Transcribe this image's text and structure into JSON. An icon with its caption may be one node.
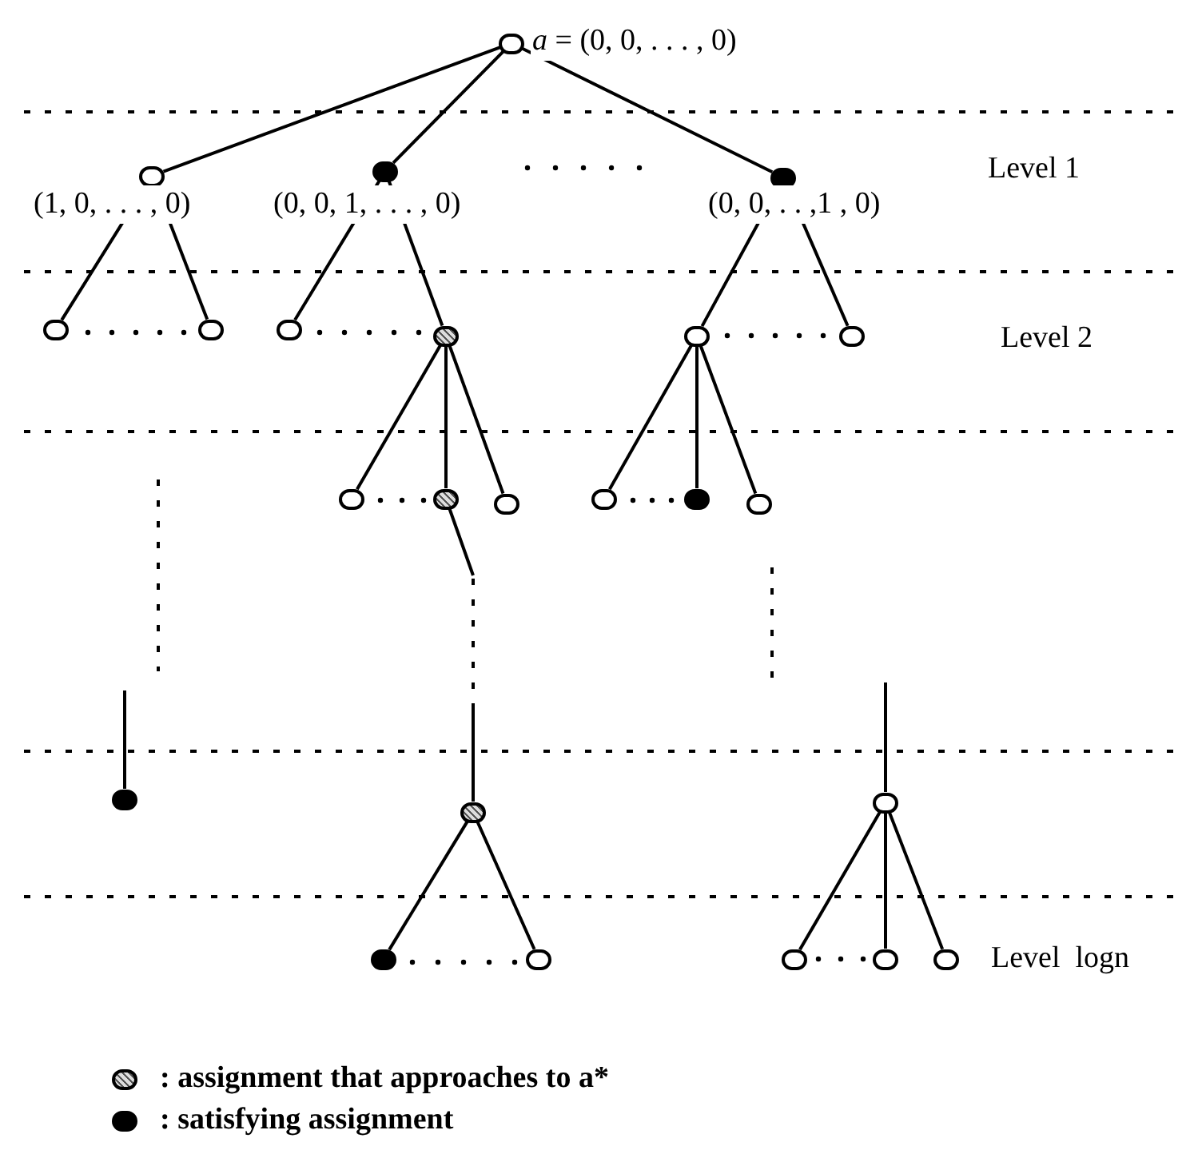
{
  "diagram": {
    "nodes": [
      {
        "text": [],
        "shape": "circle",
        "beside": [
          "*a* = (0, 0, . . . , 0)"
        ]
      },
      {
        "text": [],
        "shape": "circle",
        "beside": [
          "(1, 0, . . . , 0)"
        ]
      },
      {
        "text": [],
        "shape": "circle",
        "beside": [
          "(0, 0, 1, . . . , 0)"
        ]
      },
      {
        "text": [],
        "shape": "circle",
        "beside": [
          "(0, 0, . . ,1 , 0)"
        ]
      },
      {
        "text": [],
        "shape": "circle"
      },
      {
        "text": [],
        "shape": "circle"
      },
      {
        "text": [],
        "shape": "circle"
      },
      {
        "text": [],
        "shape": "circle"
      },
      {
        "text": [],
        "shape": "circle"
      },
      {
        "text": [],
        "shape": "circle"
      },
      {
        "text": [],
        "shape": "circle"
      },
      {
        "text": [],
        "shape": "circle"
      },
      {
        "text": [],
        "shape": "circle"
      },
      {
        "text": [],
        "shape": "circle"
      },
      {
        "text": [],
        "shape": "circle"
      },
      {
        "text": [],
        "shape": "circle"
      },
      {
        "text": [],
        "shape": "circle"
      },
      {
        "text": [],
        "shape": "circle"
      },
      {
        "text": [],
        "shape": "circle"
      },
      {
        "text": [],
        "shape": "circle"
      },
      {
        "text": [],
        "shape": "circle"
      },
      {
        "text": [],
        "shape": "circle"
      },
      {
        "text": [],
        "shape": "circle"
      },
      {
        "text": [],
        "shape": "circle"
      }
    ],
    "edges": [
      {
        "from": 0,
        "to": 1,
        "arrow": "none"
      },
      {
        "from": 0,
        "to": 2,
        "arrow": "none"
      },
      {
        "from": 0,
        "to": 3,
        "arrow": "none"
      },
      {
        "from": 1,
        "to": 4,
        "arrow": "none"
      },
      {
        "from": 1,
        "to": 5,
        "arrow": "none"
      },
      {
        "from": 2,
        "to": 6,
        "arrow": "none"
      },
      {
        "from": 2,
        "to": 7,
        "arrow": "none"
      },
      {
        "from": 3,
        "to": 8,
        "arrow": "none"
      },
      {
        "from": 3,
        "to": 9,
        "arrow": "none"
      },
      {
        "from": 7,
        "to": 10,
        "arrow": "none"
      },
      {
        "from": 7,
        "to": 11,
        "arrow": "none"
      },
      {
        "from": 7,
        "to": 12,
        "arrow": "none"
      },
      {
        "from": 8,
        "to": 13,
        "arrow": "none"
      },
      {
        "from": 8,
        "to": 14,
        "arrow": "none"
      },
      {
        "from": 8,
        "to": 15,
        "arrow": "none"
      },
      {
        "from": 11,
        "to": null,
        "arrow": "none"
      },
      {
        "from": null,
        "to": 16,
        "arrow": "none"
      },
      {
        "from": null,
        "to": 17,
        "arrow": "none"
      },
      {
        "from": null,
        "to": 18,
        "arrow": "none"
      },
      {
        "from": 17,
        "to": 19,
        "arrow": "none"
      },
      {
        "from": 17,
        "to": 20,
        "arrow": "none"
      },
      {
        "from": 18,
        "to": 21,
        "arrow": "none"
      },
      {
        "from": 18,
        "to": 22,
        "arrow": "none"
      },
      {
        "from": 18,
        "to": 23,
        "arrow": "none"
      }
    ],
    "labels": [
      "Level 1",
      "Level 2",
      "Level  logn"
    ],
    "legend": [
      {
        "text": ": assignment that approaches to a*"
      },
      {
        "text": ": satisfying assignment"
      }
    ]
  }
}
